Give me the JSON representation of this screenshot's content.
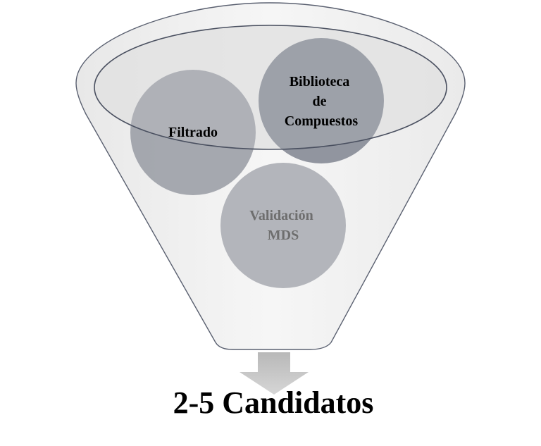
{
  "diagram": {
    "type": "funnel",
    "stages": [
      {
        "id": "filtrado",
        "lines": [
          "Filtrado"
        ]
      },
      {
        "id": "biblioteca",
        "lines": [
          "Biblioteca",
          "de",
          "Compuestos"
        ]
      },
      {
        "id": "validacion",
        "lines": [
          "Validación",
          "MDS"
        ]
      }
    ],
    "result": "2-5 Candidatos"
  },
  "colors": {
    "funnel_fill": "#f2f2f2",
    "funnel_stroke": "#5a6070",
    "rim_fill": "#dcdcdc",
    "circle_filtrado": "#a0a3ab",
    "circle_biblioteca": "#8a8e99",
    "circle_validacion": "#b4b6bc",
    "text_dark": "#000000",
    "text_muted": "#6e6e6e",
    "arrow": "#c6c6c6"
  }
}
